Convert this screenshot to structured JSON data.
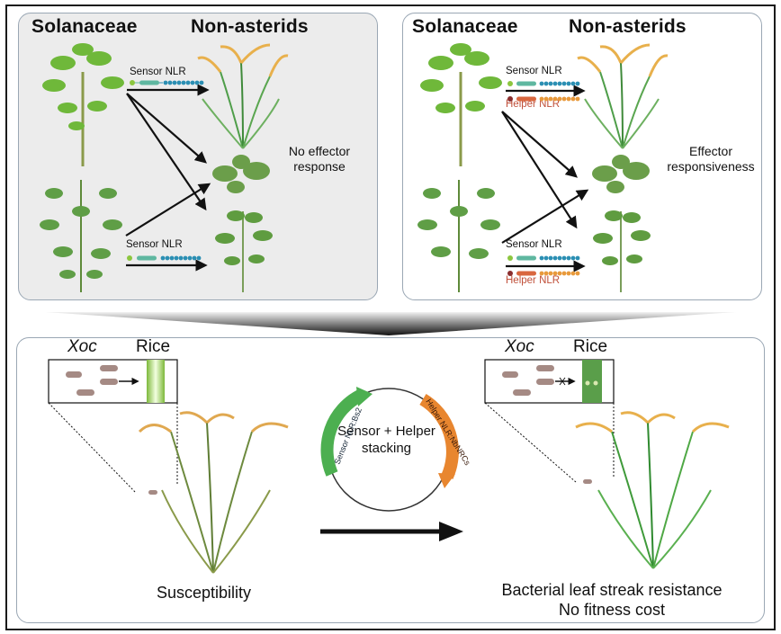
{
  "figure": {
    "type": "graphical-abstract",
    "colors": {
      "panel_gray": "#ececec",
      "panel_border": "#9aa7b4",
      "sensor_head": "#8cc63f",
      "sensor_mid": "#5fb7a0",
      "sensor_lrr": "#2b8fb3",
      "helper_head": "#8b2e2e",
      "helper_mid": "#d9673f",
      "helper_lrr": "#e89a3c",
      "helper_text": "#c0503a",
      "sensor_cassette": "#4caf50",
      "helper_cassette": "#e8862f",
      "rice_panicle": "#e8b04c",
      "bacteria": "#a58a84"
    }
  },
  "panel_left": {
    "header_left": "Solanaceae",
    "header_right": "Non-asterids",
    "top_label": "Sensor NLR",
    "bottom_label": "Sensor NLR",
    "outcome": [
      "No effector",
      "response"
    ]
  },
  "panel_right": {
    "header_left": "Solanaceae",
    "header_right": "Non-asterids",
    "top_sensor_label": "Sensor NLR",
    "top_helper_label": "Helper NLR",
    "bottom_sensor_label": "Sensor NLR",
    "bottom_helper_label": "Helper NLR",
    "outcome": [
      "Effector",
      "responsiveness"
    ]
  },
  "panel_bottom": {
    "inset_left": {
      "pathogen": "Xoc",
      "host": "Rice"
    },
    "inset_right": {
      "pathogen": "Xoc",
      "host": "Rice"
    },
    "left_outcome": "Susceptibility",
    "plasmid": {
      "center_text": [
        "Sensor + Helper",
        "stacking"
      ],
      "sensor_cassette": "Sensor NLR:Bs2",
      "helper_cassette": "Helper NLR:NbNRCs"
    },
    "right_outcome": [
      "Bacterial leaf streak resistance",
      "No fitness cost"
    ]
  }
}
